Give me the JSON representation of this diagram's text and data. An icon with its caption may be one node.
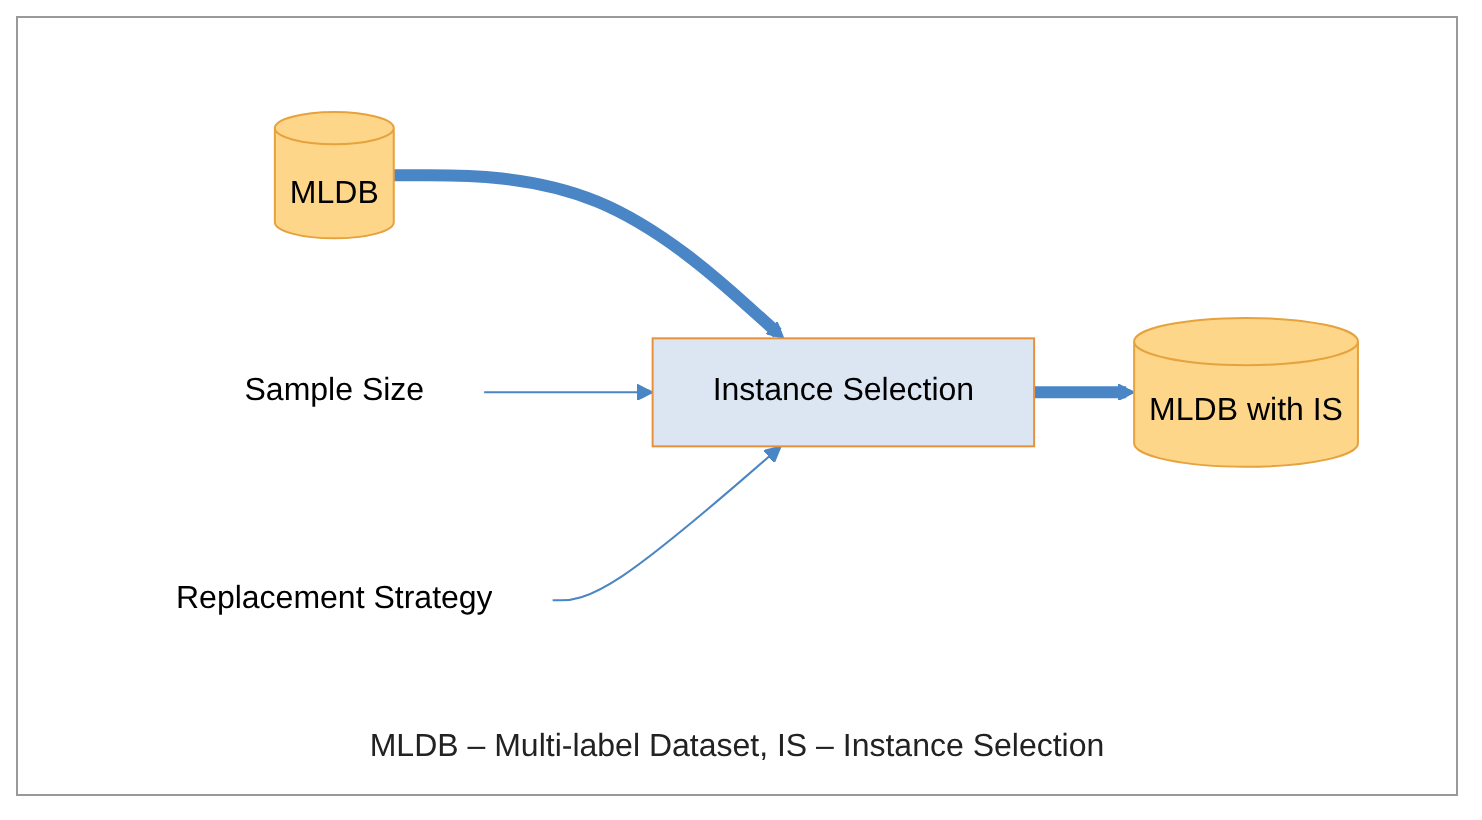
{
  "diagram": {
    "caption": "MLDB – Multi-label Dataset, IS – Instance Selection",
    "nodes": [
      {
        "text": [
          "MLDB"
        ]
      },
      {
        "text": [
          "Instance Selection"
        ]
      },
      {
        "text": [
          "MLDB with IS"
        ]
      },
      {
        "text": [
          "Sample Size"
        ]
      },
      {
        "text": [
          "Replacement Strategy"
        ]
      }
    ],
    "edges": [
      {
        "from": 0,
        "to": 1,
        "arrow": "to",
        "style": "thick"
      },
      {
        "from": 1,
        "to": 2,
        "arrow": "to",
        "style": "thick"
      },
      {
        "from": 3,
        "to": 1,
        "arrow": "to"
      },
      {
        "from": 4,
        "to": 1,
        "arrow": "to"
      }
    ]
  }
}
